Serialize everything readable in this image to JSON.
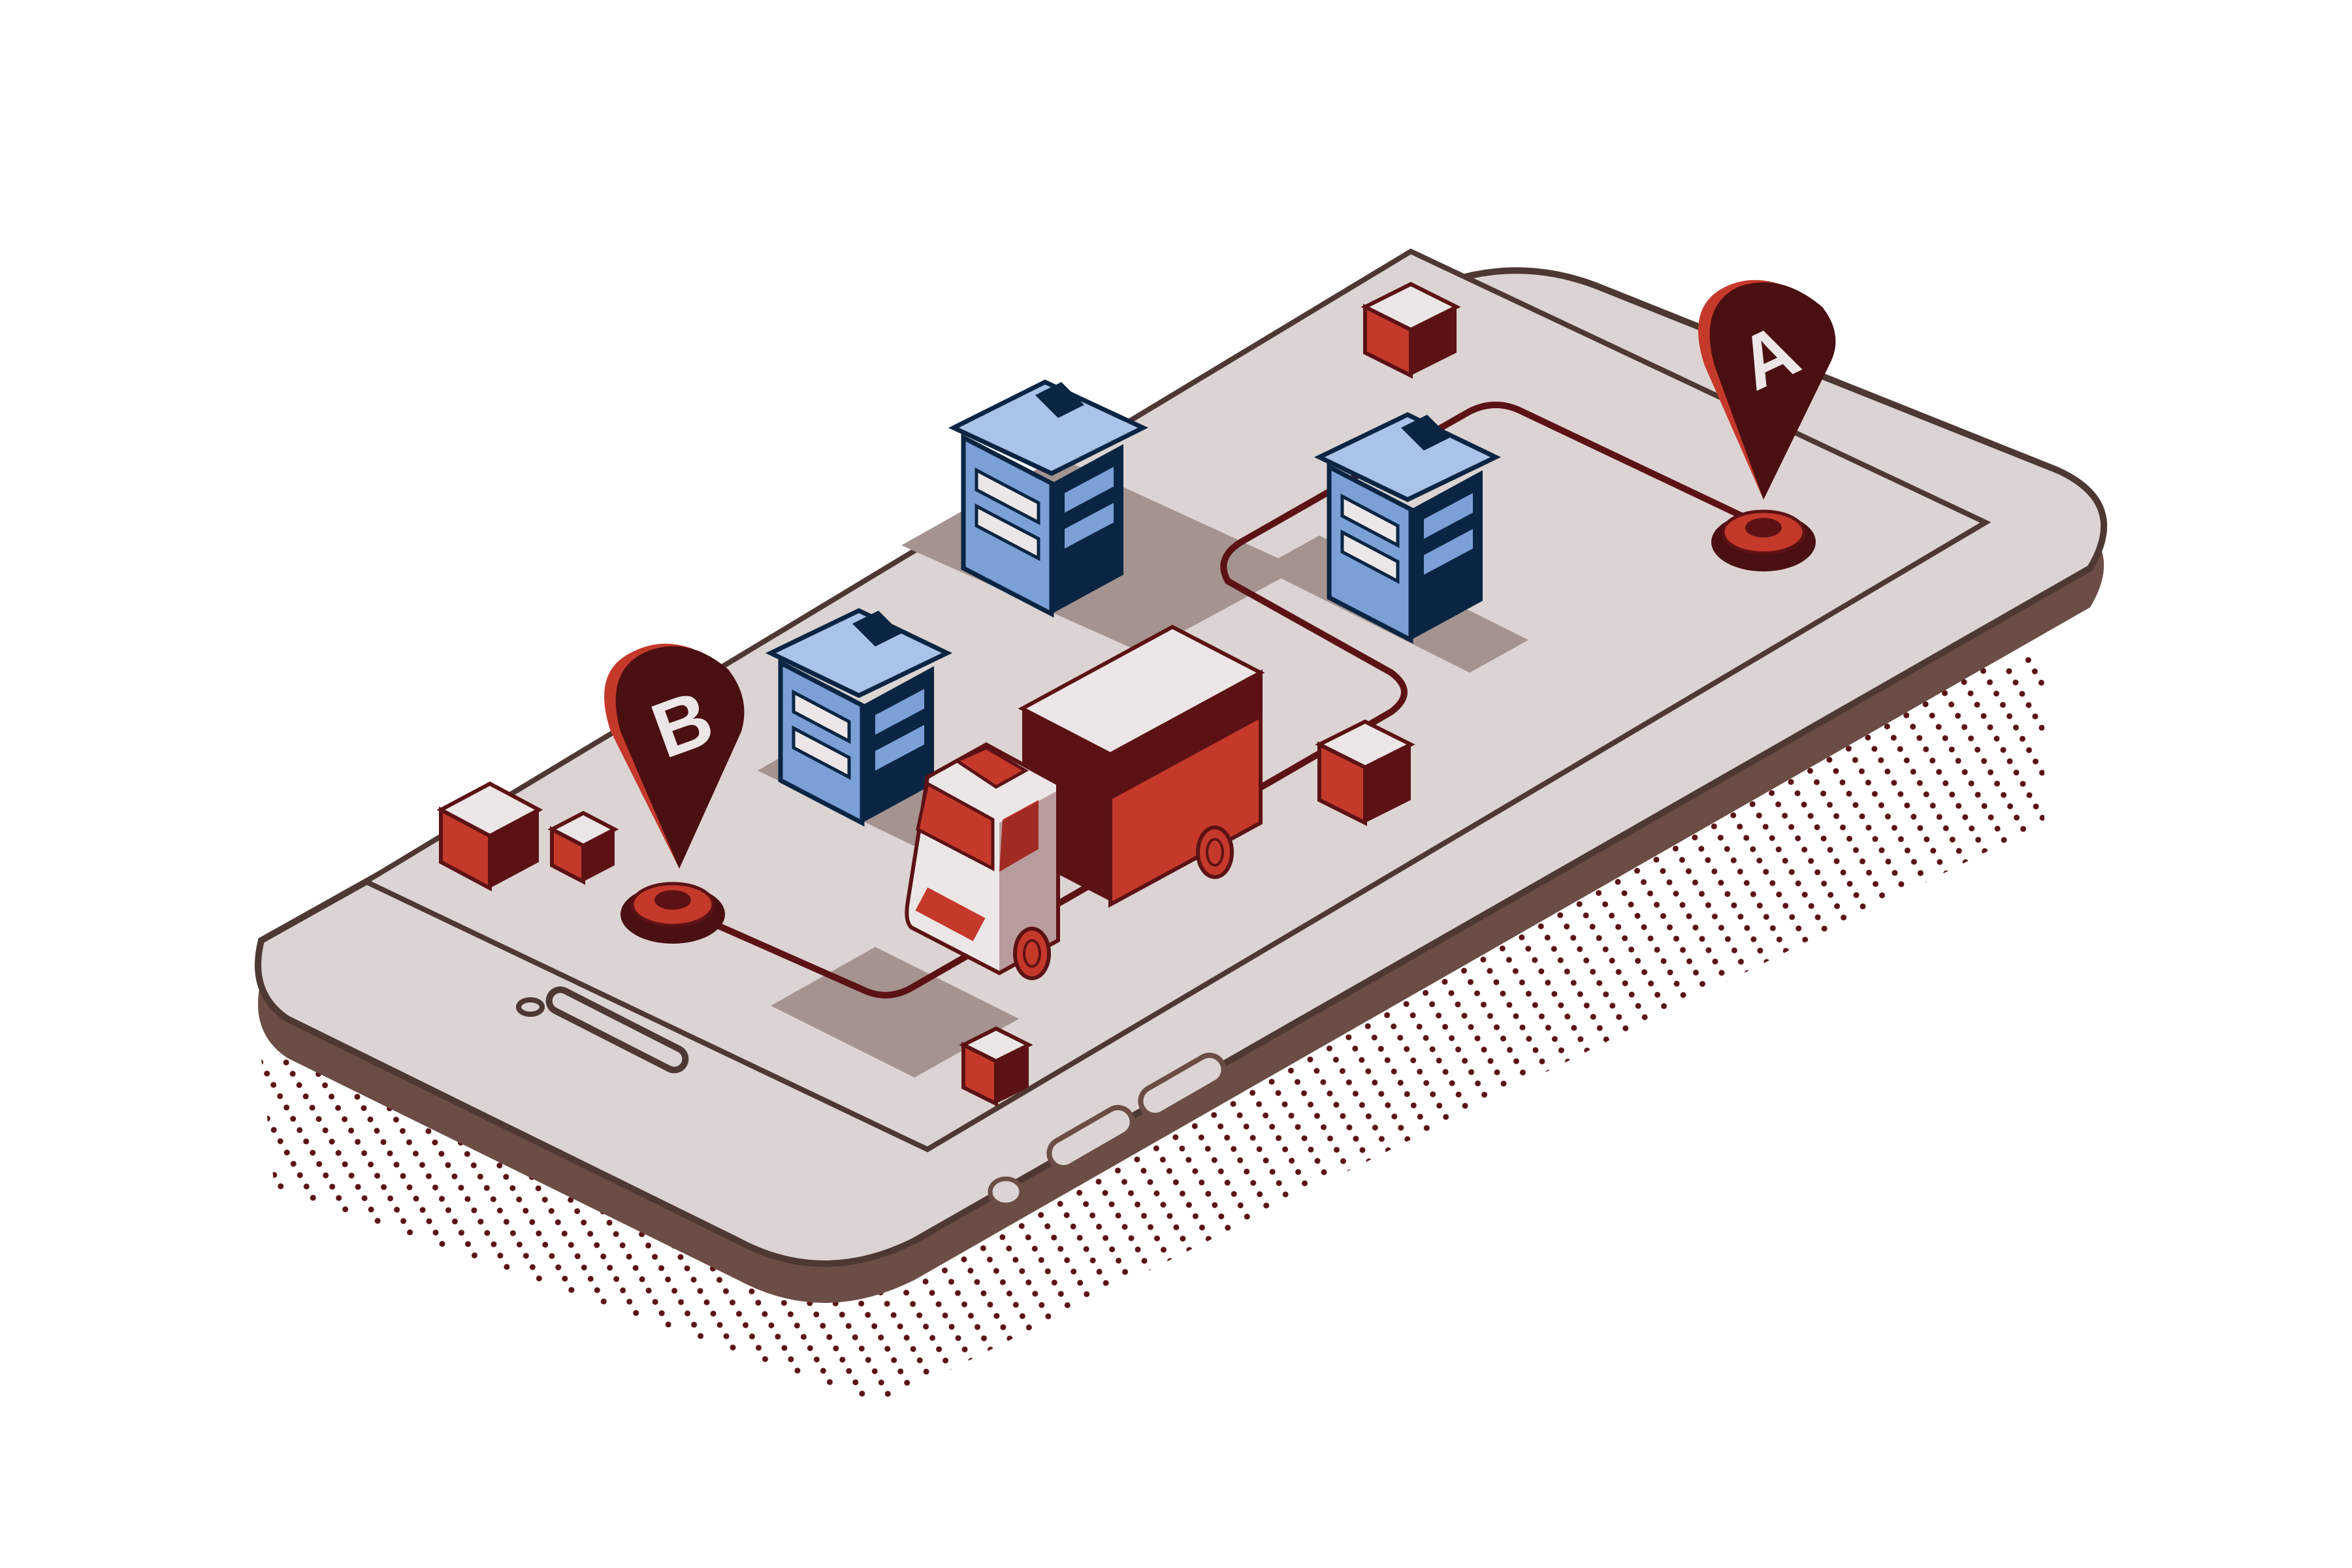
{
  "scene": {
    "subject": "isometric smartphone showing delivery route map",
    "colors": {
      "background": "#ffffff",
      "phone_body": "#6b4d45",
      "phone_edge": "#4e3833",
      "screen_bezel": "#dcd4d2",
      "screen": "#dcd4d2",
      "screen_shadow": "#a4938f",
      "route_line": "#5c1214",
      "pin_dark": "#4a0f10",
      "pin_red": "#c5392b",
      "truck_red": "#c5392b",
      "truck_dark": "#5c1214",
      "truck_white": "#ece7e6",
      "building_light": "#7aa0d6",
      "building_top": "#a9c4e8",
      "building_dark": "#0a2543",
      "box_red": "#c5392b",
      "dots": "#5c1214"
    }
  },
  "pins": [
    {
      "label": "A",
      "role": "origin"
    },
    {
      "label": "B",
      "role": "destination"
    }
  ],
  "buildings": 3,
  "boxes": 6,
  "vehicle": "delivery-truck"
}
